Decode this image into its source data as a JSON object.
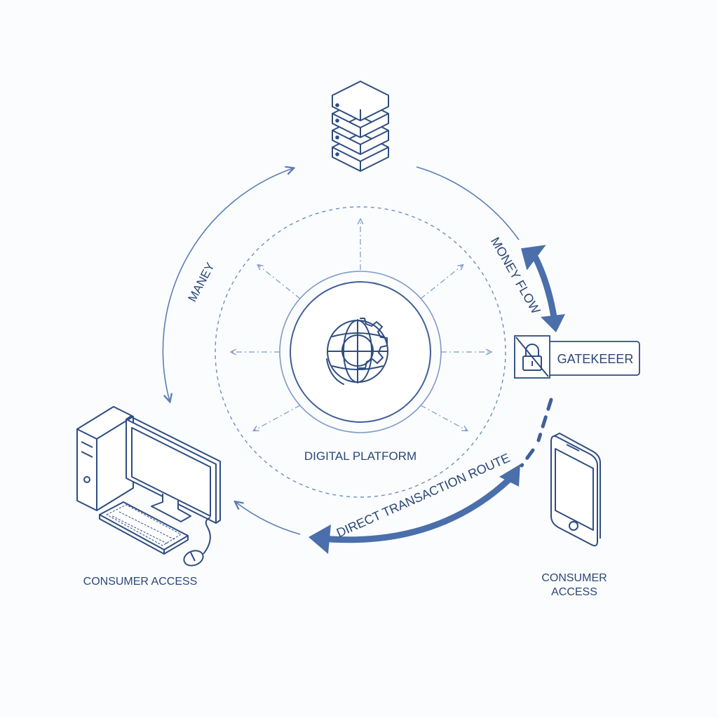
{
  "labels": {
    "money": "MANEY",
    "money_flow": "MONEY FLOW",
    "gatekeeper": "GATEKEEER",
    "digital_platform": "DIGITAL PLATFORM",
    "direct_route": "DIRECT TRANSACTION ROUTE",
    "consumer_access_left": "CONSUMER ACCESS",
    "consumer_access_right_line1": "CONSUMER",
    "consumer_access_right_line2": "ACCESS"
  },
  "icons": {
    "server": "server-stack-icon",
    "platform": "globe-gear-icon",
    "gatekeeper": "padlock-icon",
    "desktop": "desktop-computer-icon",
    "mobile": "smartphone-icon"
  },
  "colors": {
    "primary": "#2e4d80",
    "accent_arrow": "#4a6fab",
    "light_line": "#6d8cc0",
    "text": "#2a4778",
    "background": "#fbfcfd"
  }
}
